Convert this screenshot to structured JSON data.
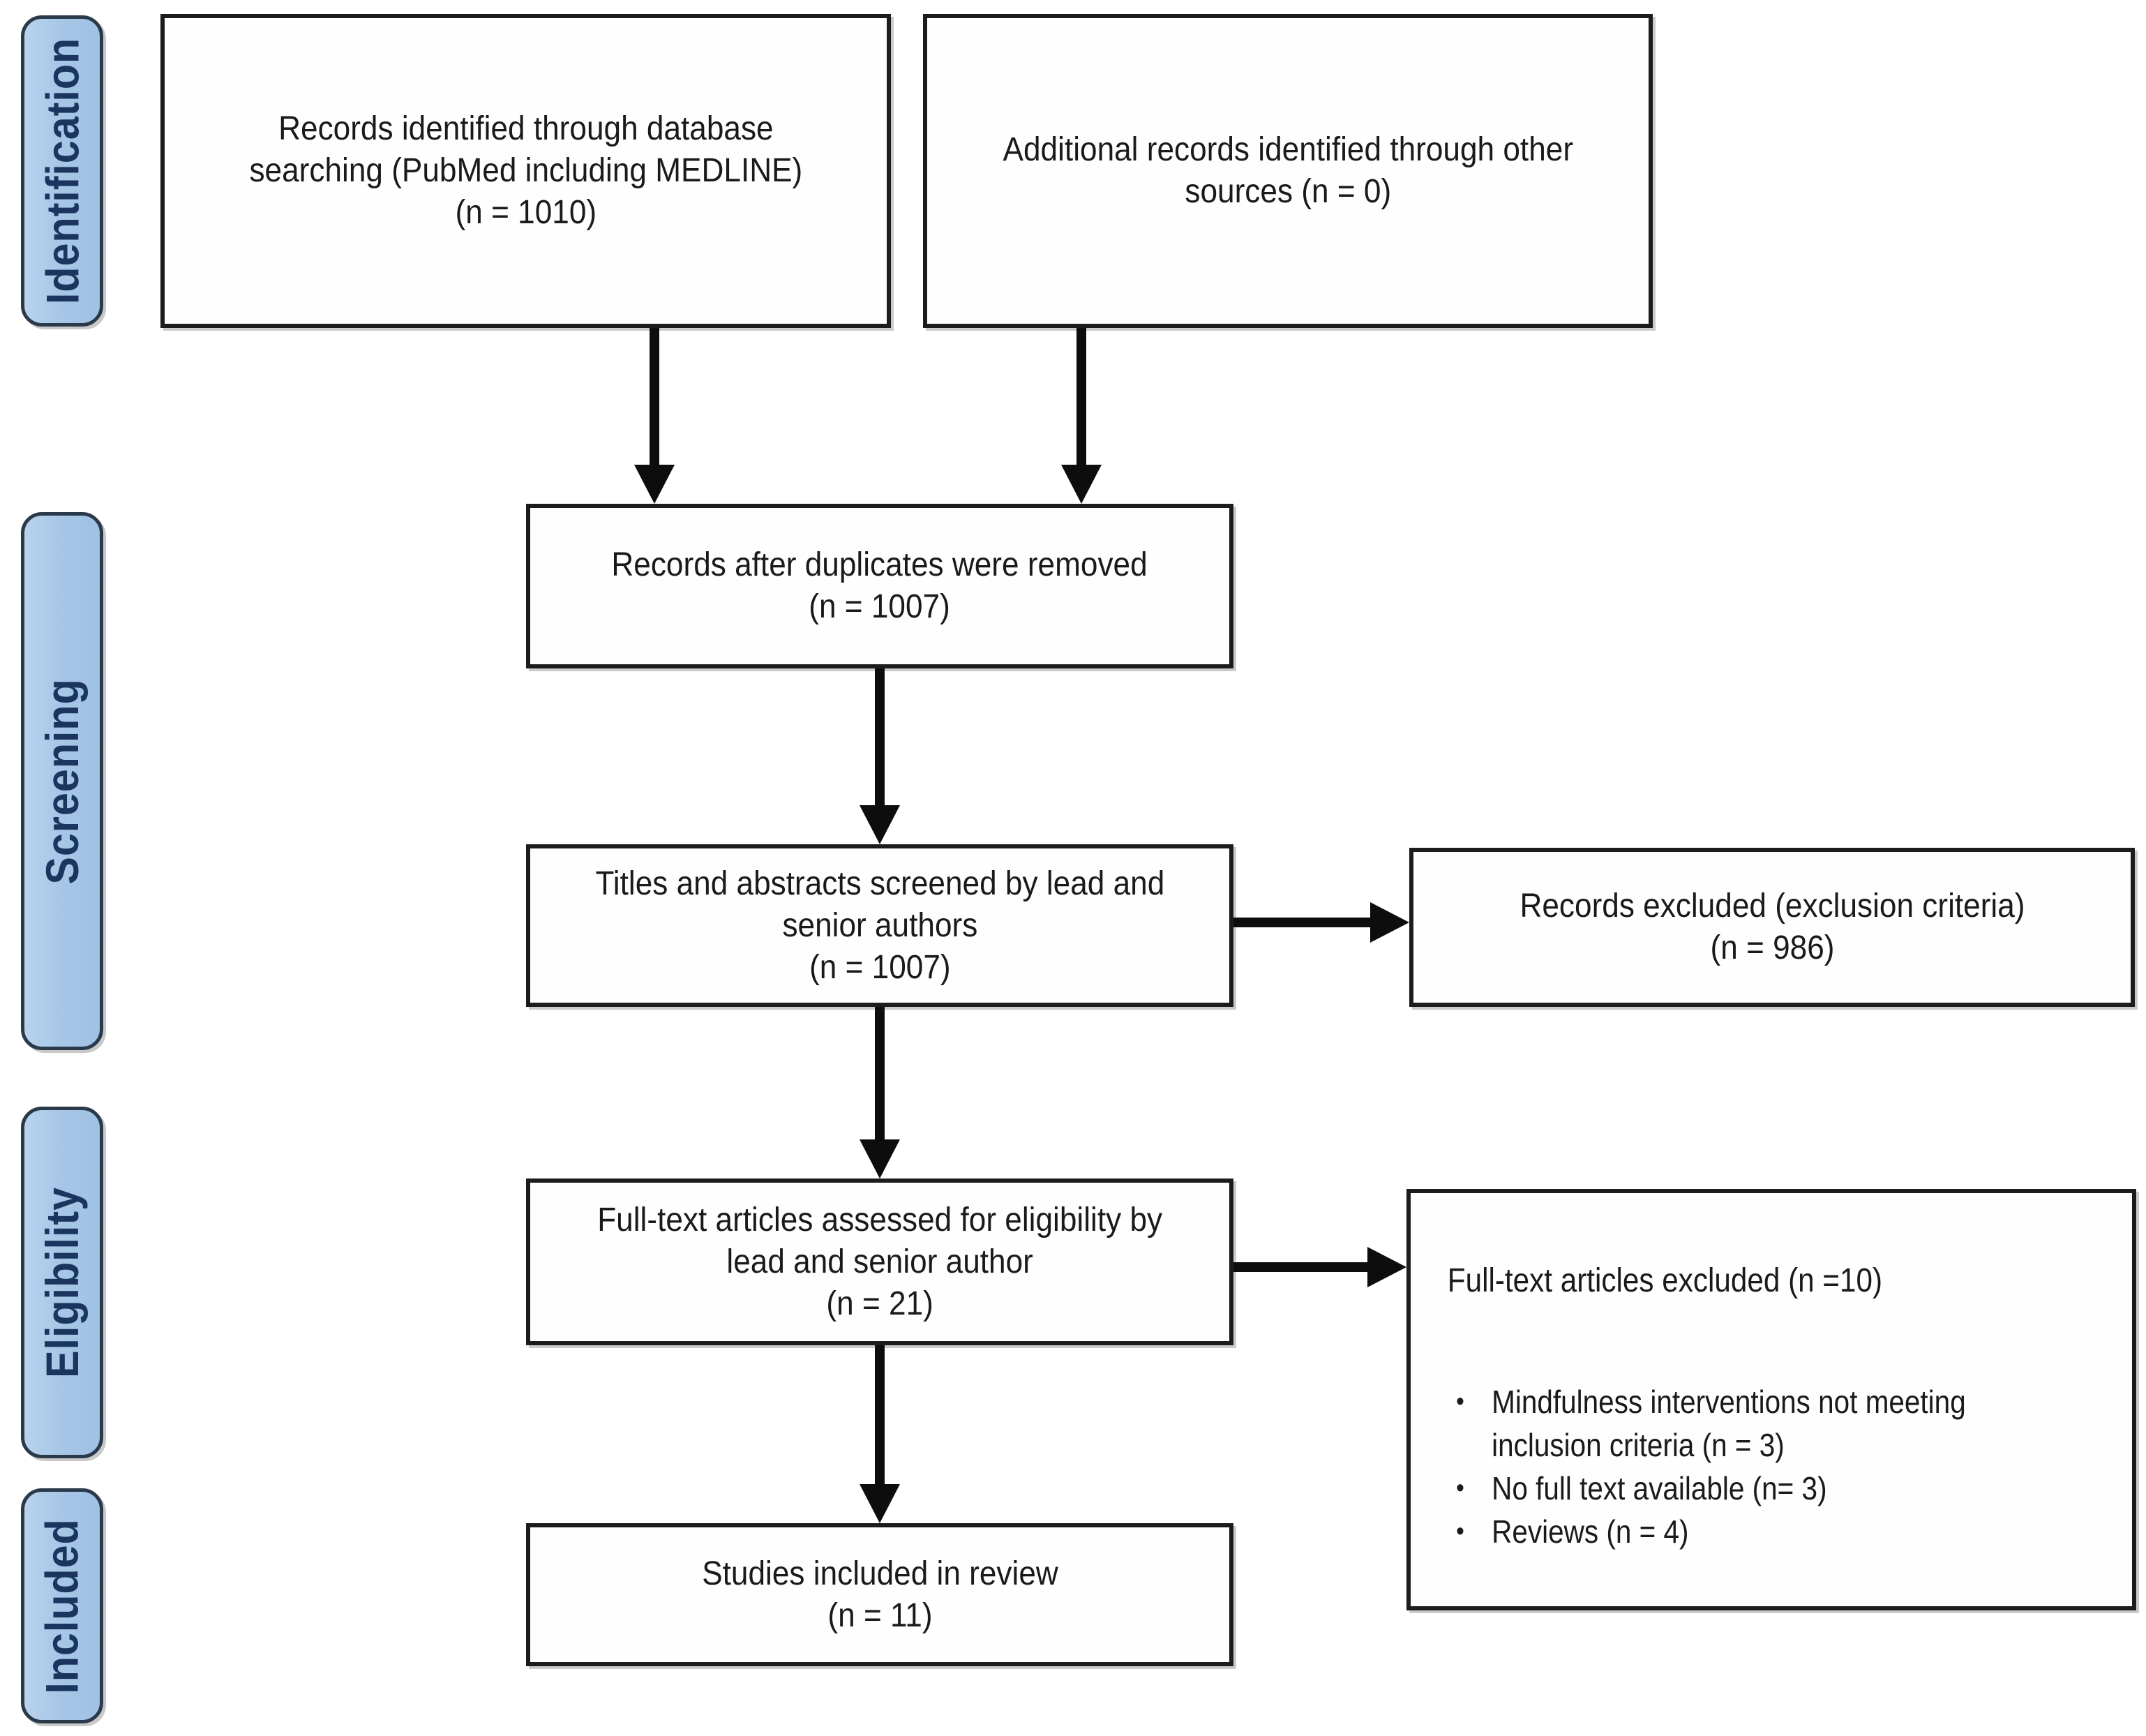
{
  "diagram_type": "PRISMA flow diagram",
  "bullet_char": "•",
  "stages": [
    {
      "label": "Identification"
    },
    {
      "label": "Screening"
    },
    {
      "label": "Eligibility"
    },
    {
      "label": "Included"
    }
  ],
  "boxes": {
    "database_search": {
      "text": "Records identified through database\nsearching (PubMed including MEDLINE)\n(n = 1010)"
    },
    "other_sources": {
      "text": "Additional records identified through other\nsources (n = 0)"
    },
    "duplicates_removed": {
      "text": "Records after duplicates were removed\n(n = 1007)"
    },
    "titles_screened": {
      "text": "Titles and abstracts screened by lead and\nsenior authors\n(n = 1007)"
    },
    "records_excluded": {
      "text": "Records excluded (exclusion criteria)\n(n = 986)"
    },
    "fulltext_assessed": {
      "text": "Full-text articles assessed for eligibility by\nlead and senior author\n(n = 21)"
    },
    "fulltext_excluded": {
      "heading": "Full-text articles excluded (n =10)",
      "bullets": [
        "Mindfulness interventions not meeting inclusion criteria (n = 3)",
        "No full text  available (n= 3)",
        "Reviews (n = 4)"
      ]
    },
    "studies_included": {
      "text": "Studies included in review\n(n = 11)"
    }
  },
  "colors": {
    "background": "#FFFFFF",
    "stage_fill": "#A8C7E7",
    "stage_border": "#2B3A4A",
    "stage_text": "#1B355E",
    "box_fill": "#FEFEFE",
    "box_border": "#1C1C1C",
    "box_text": "#1A1A1A",
    "arrow": "#0D0D0D"
  }
}
